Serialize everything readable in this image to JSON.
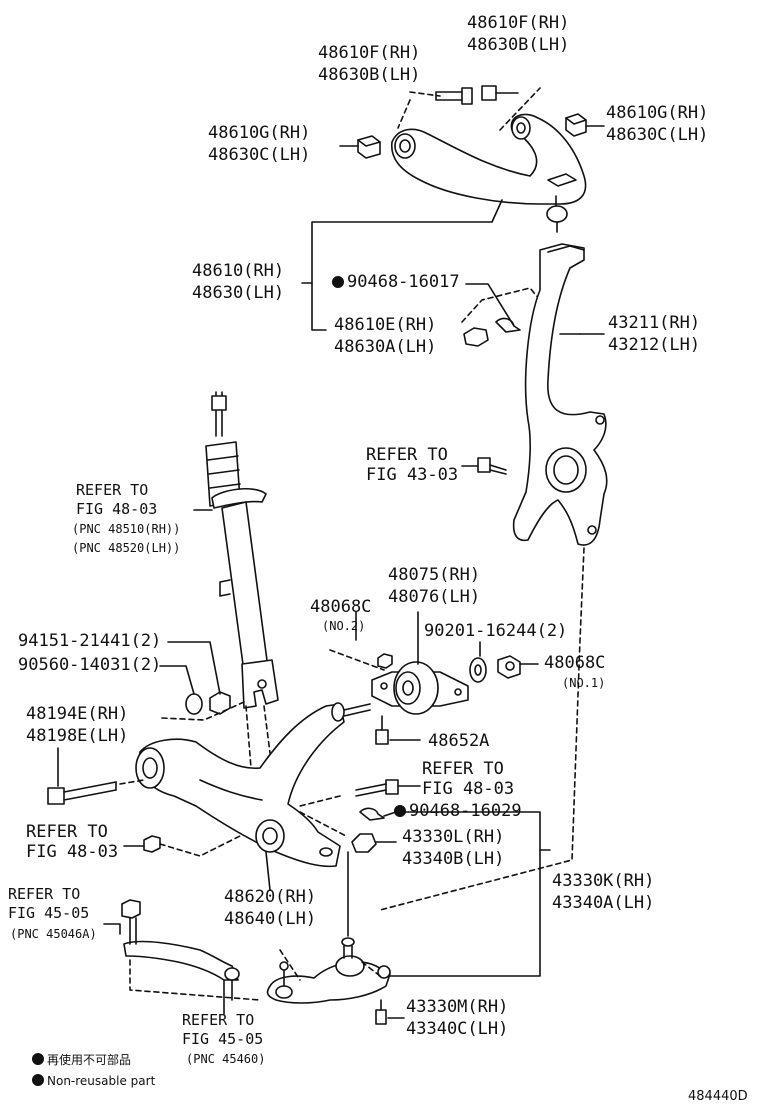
{
  "labels": {
    "upper_bolt_rh_top": "48610F(RH)",
    "upper_bolt_lh_top": "48630B(LH)",
    "upper_bolt_rh": "48610F(RH)",
    "upper_bolt_lh": "48630B(LH)",
    "upper_bush_l_rh": "48610G(RH)",
    "upper_bush_l_lh": "48630C(LH)",
    "upper_bush_r_rh": "48610G(RH)",
    "upper_bush_r_lh": "48630C(LH)",
    "upper_arm_rh": "48610(RH)",
    "upper_arm_lh": "48630(LH)",
    "cotter_upper": "90468-16017",
    "upper_nut_rh": "48610E(RH)",
    "upper_nut_lh": "48630A(LH)",
    "knuckle_rh": "43211(RH)",
    "knuckle_lh": "43212(LH)",
    "refer_43_1": "REFER TO",
    "refer_43_2": "FIG 43-03",
    "refer_shock_1": "REFER TO",
    "refer_shock_2": "FIG 48-03",
    "refer_shock_3": "(PNC 48510(RH))",
    "refer_shock_4": "(PNC 48520(LH))",
    "bush_rh": "48075(RH)",
    "bush_lh": "48076(LH)",
    "nut_48068c_top": "48068C",
    "nut_48068c_top_sub": "(NO.2)",
    "washer_90201": "90201-16244(2)",
    "nut_48068c_right": "48068C",
    "nut_48068c_right_sub": "(NO.1)",
    "part_94151": "94151-21441(2)",
    "part_90560": "90560-14031(2)",
    "lower_bolt_rh": "48194E(RH)",
    "lower_bolt_lh": "48198E(LH)",
    "bolt_48652a": "48652A",
    "refer_48_mid_1": "REFER TO",
    "refer_48_mid_2": "FIG 48-03",
    "cotter_lower": "90468-16029",
    "refer_48_left_1": "REFER TO",
    "refer_48_left_2": "FIG 48-03",
    "lower_nut_rh": "43330L(RH)",
    "lower_nut_lh": "43340B(LH)",
    "ball_joint_rh": "43330K(RH)",
    "ball_joint_lh": "43340A(LH)",
    "lower_arm_rh": "48620(RH)",
    "lower_arm_lh": "48640(LH)",
    "refer_45_left_1": "REFER TO",
    "refer_45_left_2": "FIG 45-05",
    "refer_45_left_3": "(PNC 45046A)",
    "bj_bolt_rh": "43330M(RH)",
    "bj_bolt_lh": "43340C(LH)",
    "refer_45_bot_1": "REFER TO",
    "refer_45_bot_2": "FIG 45-05",
    "refer_45_bot_3": "(PNC 45460)",
    "legend_jp": "再使用不可部品",
    "legend_en": "Non-reusable part",
    "diagram_id": "484440D"
  }
}
